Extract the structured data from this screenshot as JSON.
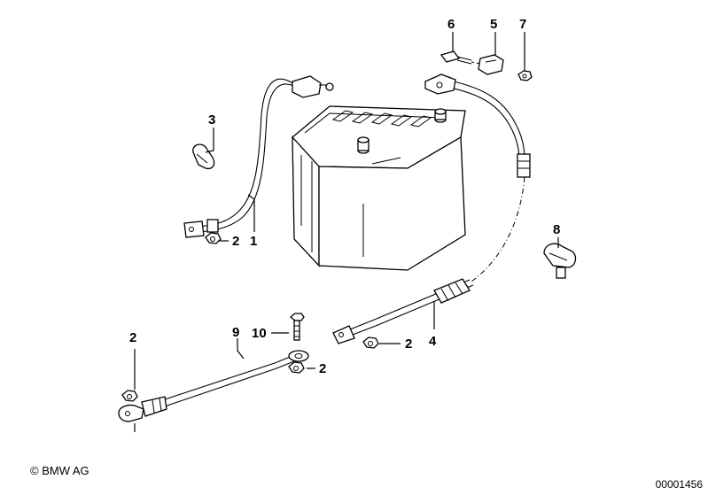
{
  "callouts": {
    "c1": "1",
    "c2a": "2",
    "c2b": "2",
    "c2c": "2",
    "c2d": "2",
    "c3": "3",
    "c4": "4",
    "c5": "5",
    "c6": "6",
    "c7": "7",
    "c8": "8",
    "c9": "9",
    "c10": "10"
  },
  "footer": {
    "copyright": "© BMW AG",
    "code": "00001456"
  }
}
